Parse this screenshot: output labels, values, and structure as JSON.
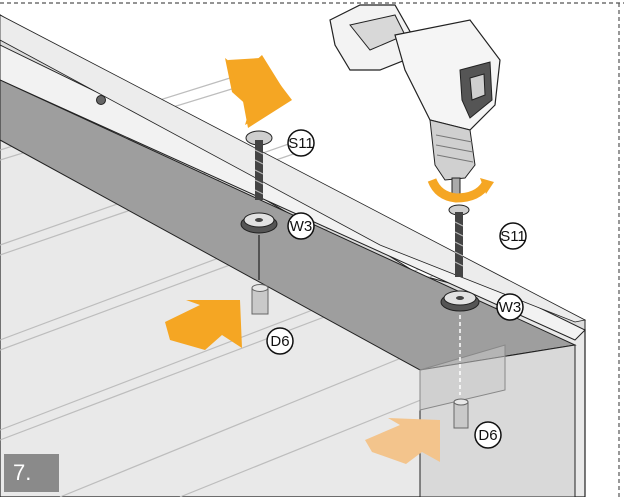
{
  "step": {
    "number": "7."
  },
  "callouts": {
    "screw_left": "S11",
    "washer_left": "W3",
    "dowel_left": "D6",
    "screw_right": "S11",
    "washer_right": "W3",
    "dowel_right": "D6"
  },
  "colors": {
    "arrow_orange": "#f5a623",
    "arrow_orange_light": "#f3c48c",
    "panel_light": "#e6e6e6",
    "panel_mid": "#d4d4d4",
    "rail_dark": "#9a9a9a",
    "drill_body": "#f0f0f0"
  },
  "icons": [
    "drill-icon",
    "rotation-arrow-icon",
    "screw-icon",
    "washer-icon",
    "dowel-icon",
    "push-arrow-icon"
  ]
}
